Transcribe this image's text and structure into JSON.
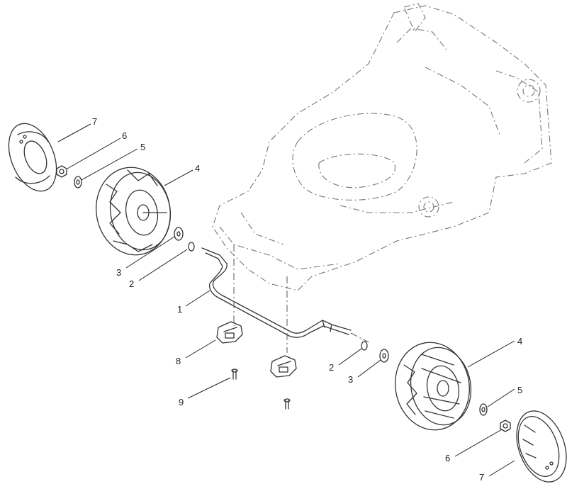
{
  "colors": {
    "line": "#333333",
    "phantom": "#777777",
    "text": "#222222",
    "background": "#ffffff"
  },
  "callouts": [
    {
      "id": "c7a",
      "label": "7"
    },
    {
      "id": "c6a",
      "label": "6"
    },
    {
      "id": "c5a",
      "label": "5"
    },
    {
      "id": "c4a",
      "label": "4"
    },
    {
      "id": "c3a",
      "label": "3"
    },
    {
      "id": "c2a",
      "label": "2"
    },
    {
      "id": "c1",
      "label": "1"
    },
    {
      "id": "c8",
      "label": "8"
    },
    {
      "id": "c9",
      "label": "9"
    },
    {
      "id": "c2b",
      "label": "2"
    },
    {
      "id": "c3b",
      "label": "3"
    },
    {
      "id": "c4b",
      "label": "4"
    },
    {
      "id": "c5b",
      "label": "5"
    },
    {
      "id": "c6b",
      "label": "6"
    },
    {
      "id": "c7b",
      "label": "7"
    }
  ]
}
